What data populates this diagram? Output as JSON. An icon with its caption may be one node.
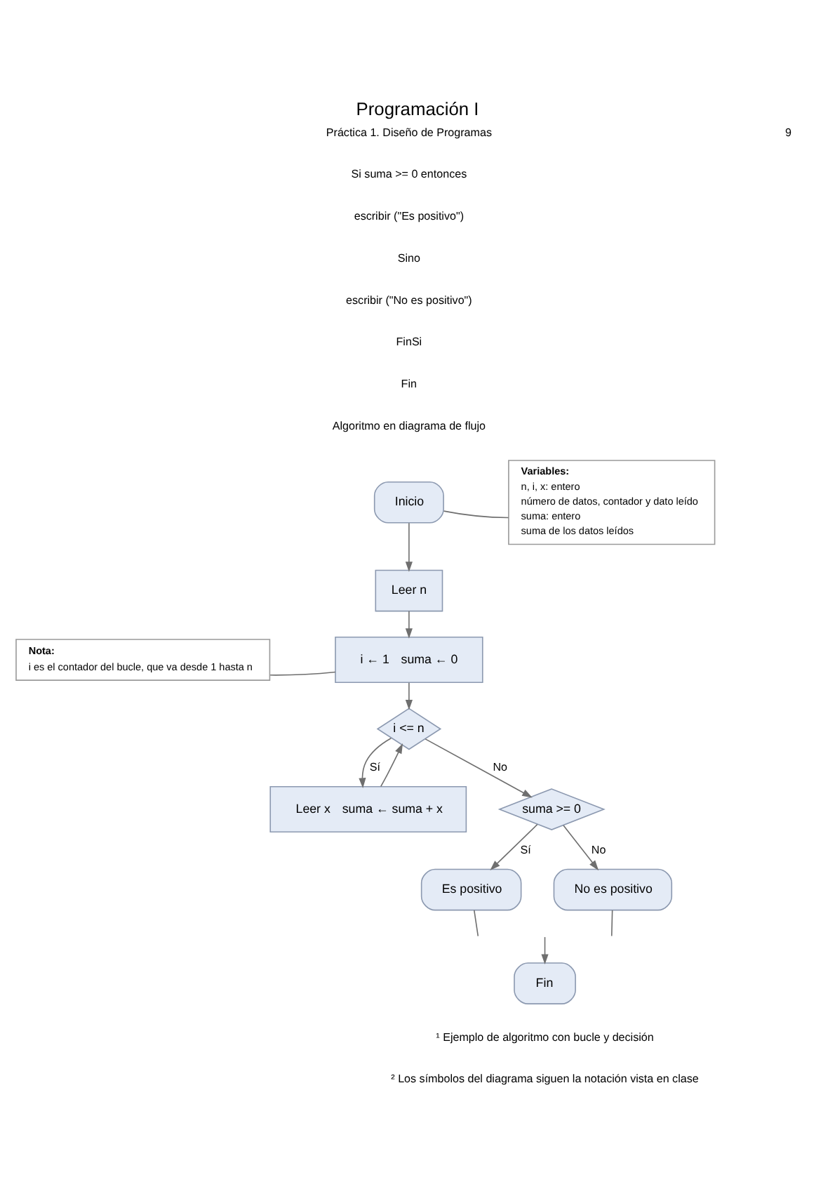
{
  "diagram": {
    "title": "Programación I",
    "nodes": [
      {
        "text": [
          "Inicio"
        ]
      },
      {
        "text": [
          "Leer n"
        ]
      },
      {
        "text": [
          "i ← 1",
          "suma ← 0"
        ]
      },
      {
        "text": [
          "i <= n"
        ]
      },
      {
        "text": [
          "Leer x",
          "suma ← suma + x"
        ]
      },
      {
        "text": [
          "suma >= 0"
        ]
      },
      {
        "text": [
          "Es positivo"
        ]
      },
      {
        "text": [
          "No es positivo"
        ]
      },
      {
        "text": [
          "Fin"
        ]
      },
      {
        "text": [
          "Variables:",
          "n, i, x: entero",
          "número de datos, contador y dato leído",
          "suma: entero",
          "suma de los datos leídos"
        ]
      },
      {
        "text": [
          "Nota:",
          "i es el contador del bucle, que va desde 1 hasta n"
        ]
      }
    ],
    "edges": [
      {
        "from": 0,
        "to": 1,
        "arrow": "to"
      },
      {
        "from": 1,
        "to": 2,
        "arrow": "to"
      },
      {
        "from": 2,
        "to": 3,
        "arrow": "to"
      },
      {
        "from": 3,
        "to": 4,
        "arrow": "to",
        "label": "Sí"
      },
      {
        "from": 4,
        "to": 3,
        "arrow": "to"
      },
      {
        "from": 3,
        "to": 5,
        "arrow": "to",
        "label": "No"
      },
      {
        "from": 5,
        "to": 6,
        "arrow": "to",
        "label": "Sí"
      },
      {
        "from": 5,
        "to": 7,
        "arrow": "to",
        "label": "No"
      },
      {
        "from": 6,
        "to": null,
        "arrow": "none"
      },
      {
        "from": 7,
        "to": null,
        "arrow": "none"
      },
      {
        "from": null,
        "to": 8,
        "arrow": "to"
      },
      {
        "from": 9,
        "to": 0,
        "arrow": "none"
      },
      {
        "from": 10,
        "to": 2,
        "arrow": "none"
      }
    ],
    "labels": [
      "Práctica 1. Diseño de Programas",
      "9",
      "Si suma >= 0 entonces",
      "escribir (\"Es positivo\")",
      "Sino",
      "escribir (\"No es positivo\")",
      "FinSi",
      "Fin",
      "Algoritmo en diagrama de flujo",
      "¹ Ejemplo de algoritmo con bucle y decisión",
      "² Los símbolos del diagrama siguen la notación vista en clase"
    ]
  }
}
